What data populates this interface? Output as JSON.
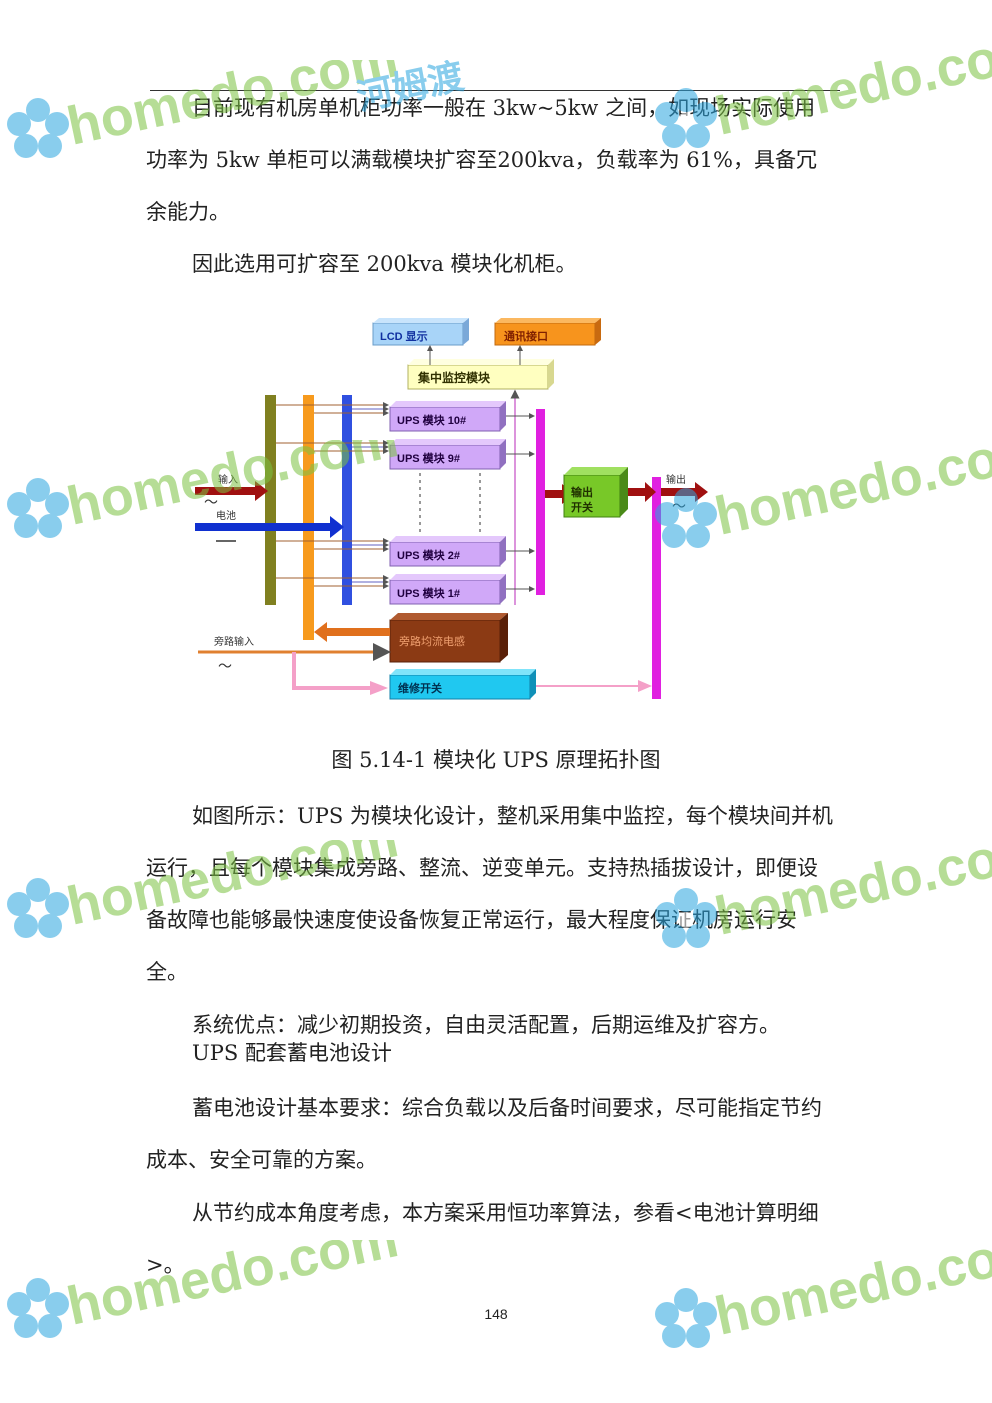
{
  "paragraphs": {
    "p1": "目前现有机房单机柜功率一般在 3kw~5kw 之间，如现场实际使用功率为 5kw 单柜可以满载模块扩容至200kva，负载率为 61%，具备冗余能力。",
    "p2": "因此选用可扩容至 200kva 模块化机柜。",
    "p3": "如图所示：UPS 为模块化设计，整机采用集中监控，每个模块间并机运行，且每个模块集成旁路、整流、逆变单元。支持热插拔设计，即便设备故障也能够最快速度使设备恢复正常运行，最大程度保证机房运行安全。",
    "p4": "系统优点：减少初期投资，自由灵活配置，后期运维及扩容方。",
    "p5": "UPS 配套蓄电池设计",
    "p6": "蓄电池设计基本要求：综合负载以及后备时间要求，尽可能指定节约成本、安全可靠的方案。",
    "p7": "从节约成本角度考虑，本方案采用恒功率算法，参看<电池计算明细>。"
  },
  "figure": {
    "caption": "图 5.14-1 模块化 UPS 原理拓扑图",
    "labels": {
      "lcd": "LCD 显示",
      "comm": "通讯接口",
      "monitor": "集中监控模块",
      "ups10": "UPS 模块 10#",
      "ups9": "UPS 模块 9#",
      "ups2": "UPS 模块 2#",
      "ups1": "UPS 模块 1#",
      "input": "输入",
      "battery": "电池",
      "bypass_in": "旁路输入",
      "output_switch_1": "输出",
      "output_switch_2": "开关",
      "output": "输出",
      "bypass_inductor": "旁路均流电感",
      "maint_switch": "维修开关",
      "ac_symbol": "～"
    }
  },
  "page_number": "148",
  "watermark": {
    "brand": "homedo.com",
    "cn": "河姆渡"
  },
  "colors": {
    "lcd": "#a8d4f8",
    "comm": "#f7941d",
    "monitor": "#ffffc0",
    "ups_module": "#d0a8f8",
    "olive_bus": "#808020",
    "orange_bus": "#f79a1d",
    "blue_bus": "#3050e0",
    "magenta_bus": "#e020e0",
    "output_switch": "#78c828",
    "inductor": "#8b3a14",
    "maint_switch": "#20c8f0",
    "input_arrow": "#a01010",
    "battery_arrow": "#1030d0",
    "watermark_green": "#7cc242",
    "watermark_blue": "#2aa6e0"
  }
}
